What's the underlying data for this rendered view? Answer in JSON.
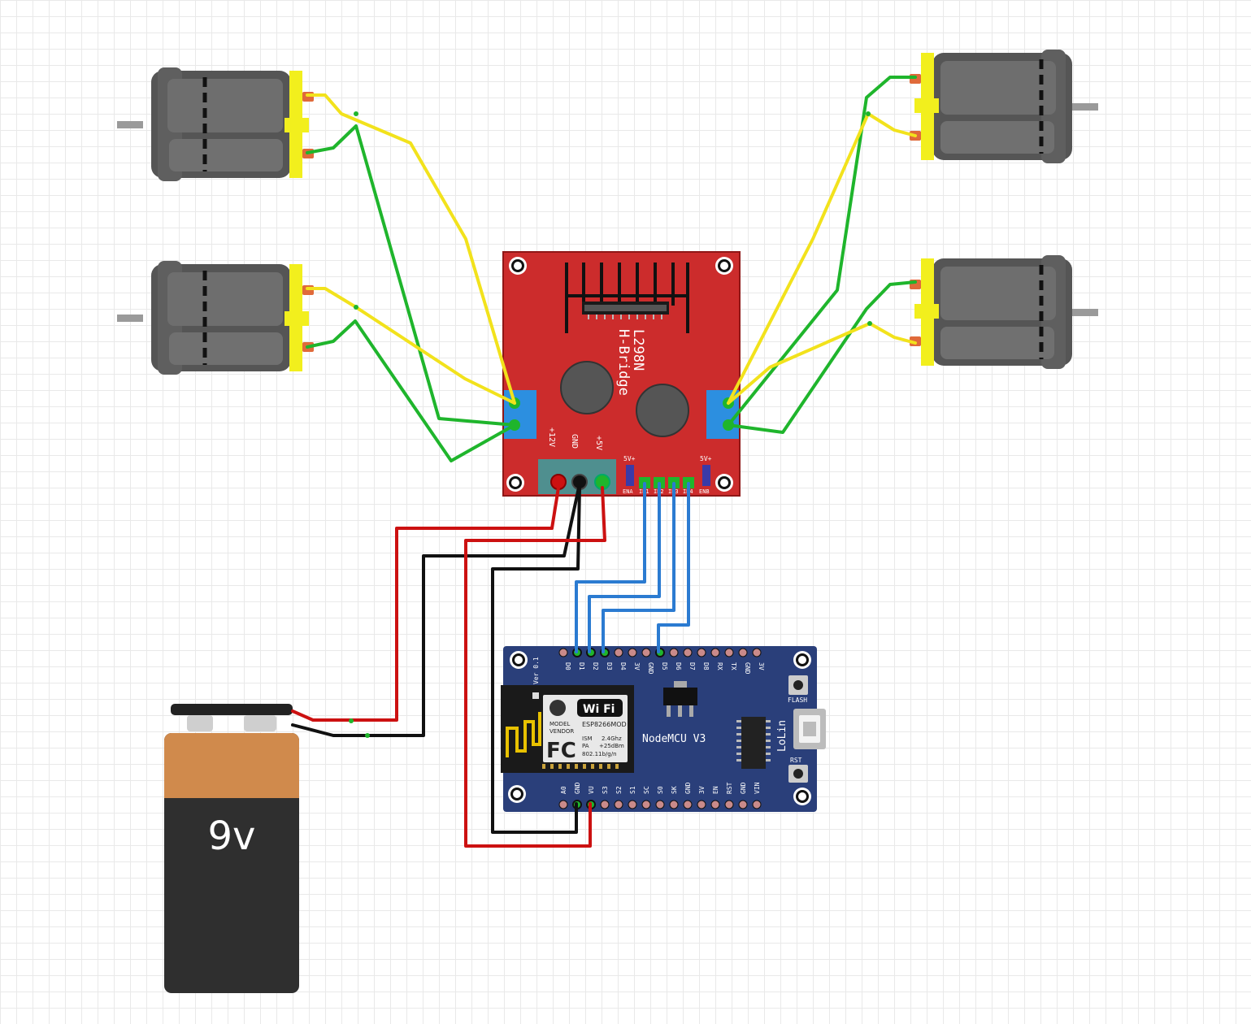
{
  "driver": {
    "title_line1": "L298N",
    "title_line2": "H-Bridge",
    "power_labels": [
      "+12V",
      "GND",
      "+5V"
    ],
    "jumper_left_label": "5V+",
    "jumper_right_label": "5V+",
    "pin_labels": [
      "ENA",
      "IN1",
      "IN2",
      "IN3",
      "IN4",
      "ENB"
    ]
  },
  "mcu": {
    "title": "NodeMCU V3",
    "brand": "LoLin",
    "version": "Ver 0.1",
    "flash_label": "FLASH",
    "rst_label": "RST",
    "top_pins": [
      "D0",
      "D1",
      "D2",
      "D3",
      "D4",
      "3V",
      "GND",
      "D5",
      "D6",
      "D7",
      "D8",
      "RX",
      "TX",
      "GND",
      "3V"
    ],
    "bottom_pins": [
      "A0",
      "GND",
      "VU",
      "S3",
      "S2",
      "S1",
      "SC",
      "S0",
      "SK",
      "GND",
      "3V",
      "EN",
      "RST",
      "GND",
      "VIN"
    ],
    "module": {
      "wifi": "Wi Fi",
      "model_label": "MODEL",
      "vendor_label": "VENDOR",
      "model": "ESP8266MOD",
      "fc": "FC",
      "ism": "ISM",
      "pa": "PA",
      "ism_val": "2.4Ghz",
      "pa_val": "+25dBm",
      "std": "802.11b/g/n"
    }
  },
  "battery": {
    "label": "9v"
  },
  "colors": {
    "wire_red": "#cc1111",
    "wire_black": "#111111",
    "wire_blue": "#2b7bd1",
    "wire_green": "#1fb52c",
    "wire_yellow": "#f2e21c",
    "driver_board": "#cc2c2c",
    "mcu_board": "#2a3f7a",
    "motor_body": "#555555",
    "battery_top": "#d08a4c",
    "battery_bottom": "#2f2f2f"
  }
}
